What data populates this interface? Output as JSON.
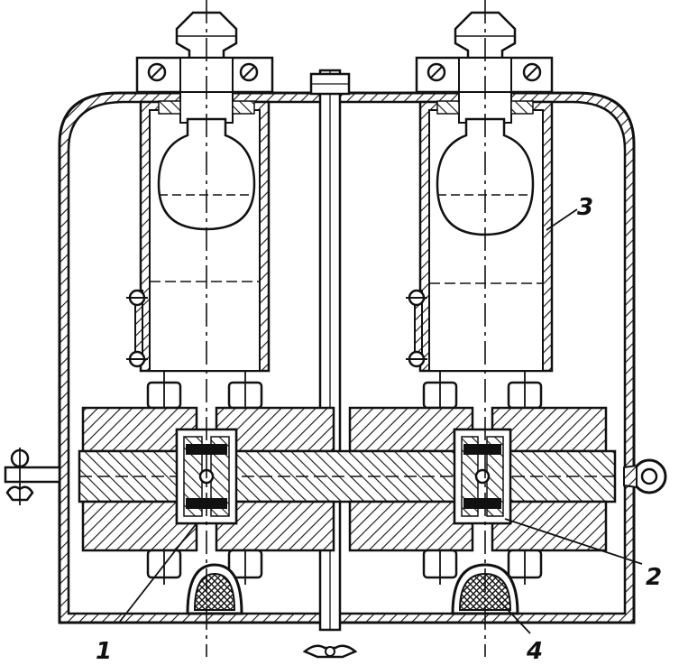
{
  "callouts": {
    "label_1": "1",
    "label_2": "2",
    "label_3": "3",
    "label_4": "4"
  },
  "colors": {
    "ink": "#111111",
    "paper": "#ffffff"
  }
}
